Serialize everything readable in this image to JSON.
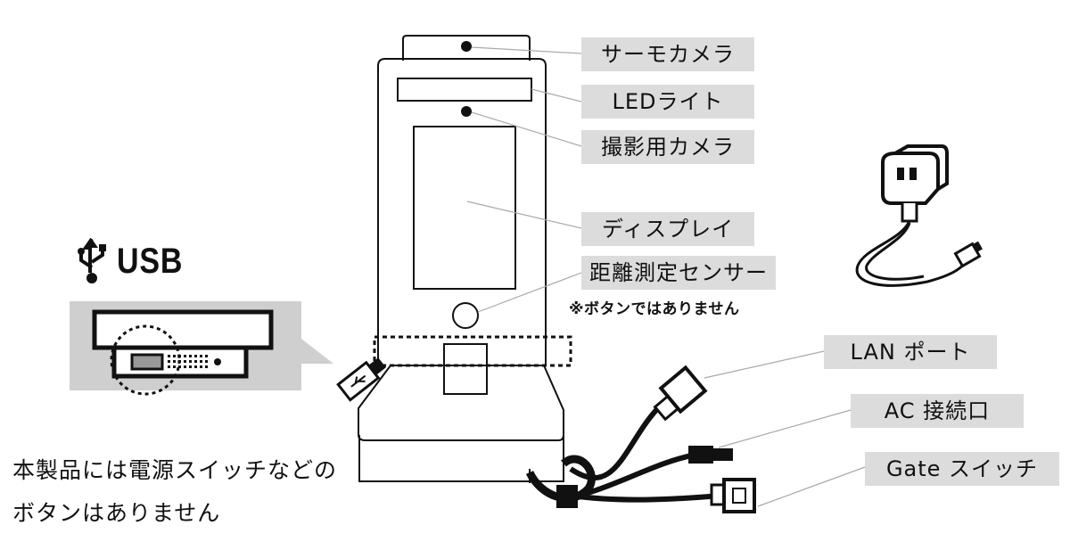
{
  "labels": {
    "thermo_camera": "サーモカメラ",
    "led_light": "LEDライト",
    "photo_camera": "撮影用カメラ",
    "display": "ディスプレイ",
    "distance_sensor": "距離測定センサー",
    "distance_sensor_note": "※ボタンではありません",
    "lan_port": "LAN ポート",
    "ac_port": "AC 接続口",
    "gate_switch": "Gate スイッチ"
  },
  "usb": {
    "label": "USB"
  },
  "caption": {
    "line1": "本製品には電源スイッチなどの",
    "line2": "ボタンはありません"
  },
  "colors": {
    "label_bg": "#dcdcdc",
    "usb_panel_bg": "#cfcfcf",
    "leader_line": "#aaaaaa",
    "stroke": "#111111"
  },
  "icons": [
    "usb-icon",
    "usb-stick-icon",
    "power-adapter-icon"
  ]
}
